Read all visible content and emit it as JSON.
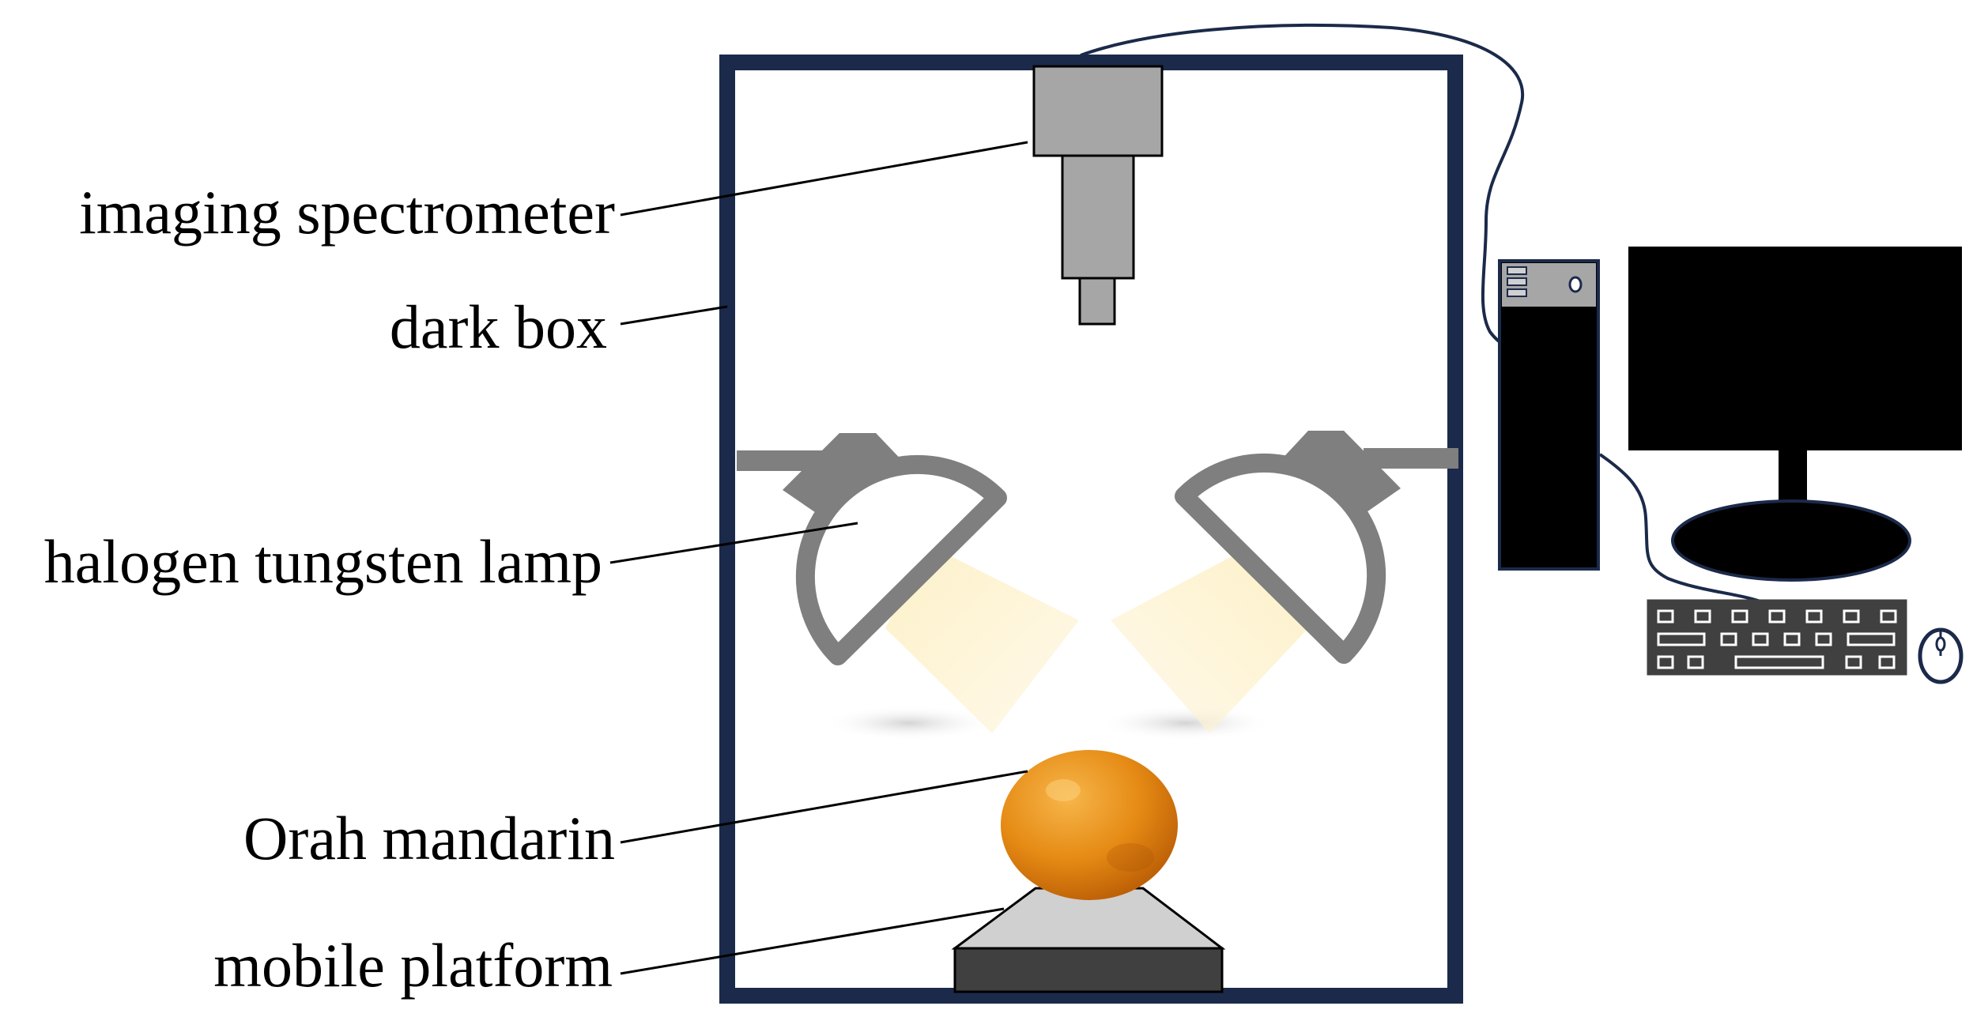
{
  "labels": {
    "imaging_spectrometer": "imaging spectrometer",
    "dark_box": "dark box",
    "halogen_lamp": "halogen tungsten lamp",
    "orah_mandarin": "Orah mandarin",
    "mobile_platform": "mobile platform"
  },
  "colors": {
    "dark_box_frame": "#1b2a4a",
    "spectrometer": "#a6a6a6",
    "lamp": "#7f7f7f",
    "light_beam": "#fdf3cf",
    "mandarin": "#e58a14",
    "platform_top": "#d0d0d0",
    "platform_base": "#404040",
    "computer": "#000000",
    "keyboard": "#404040",
    "cable": "#1b2a4a"
  }
}
